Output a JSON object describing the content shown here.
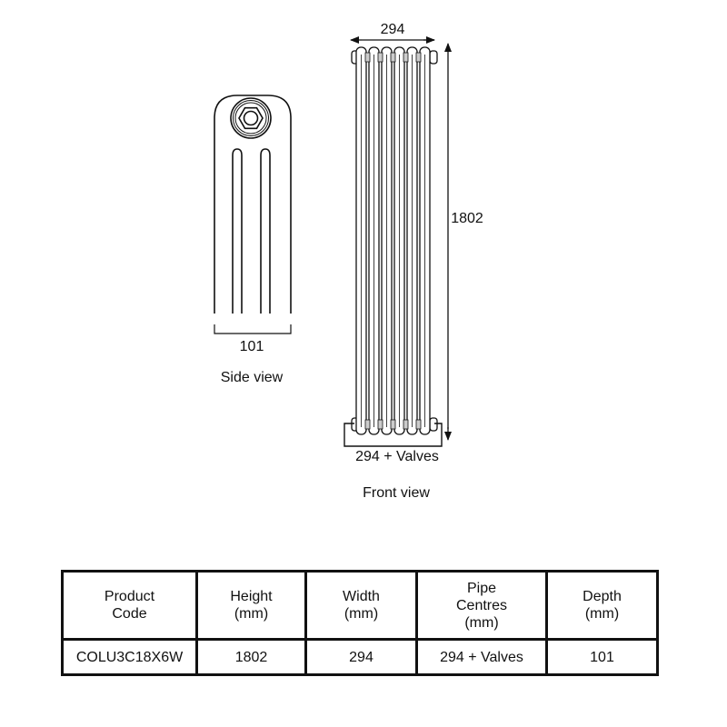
{
  "side_view": {
    "dimension_depth": "101",
    "caption": "Side view"
  },
  "front_view": {
    "dimension_width": "294",
    "dimension_height": "1802",
    "dimension_pipe_centres": "294 + Valves",
    "caption": "Front view",
    "column_count": 6
  },
  "spec_table": {
    "headers": [
      [
        "Product",
        "Code"
      ],
      [
        "Height",
        "(mm)"
      ],
      [
        "Width",
        "(mm)"
      ],
      [
        "Pipe",
        "Centres",
        "(mm)"
      ],
      [
        "Depth",
        "(mm)"
      ]
    ],
    "rows": [
      [
        "COLU3C18X6W",
        "1802",
        "294",
        "294 + Valves",
        "101"
      ]
    ]
  }
}
